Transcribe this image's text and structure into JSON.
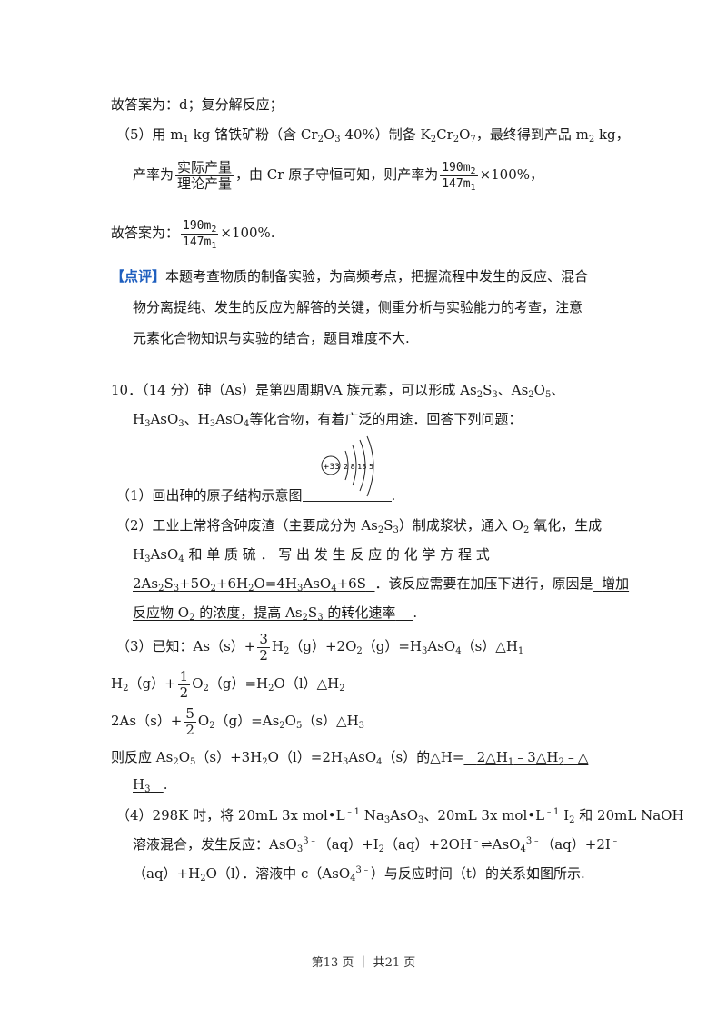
{
  "l1": "故答案为：d；复分解反应；",
  "p5": {
    "a": "（5）用 m",
    "a_sub": "1",
    "b": " kg 铬铁矿粉（含 Cr",
    "b_sub1": "2",
    "b_mid": "O",
    "b_sub2": "3",
    "b_tail": " 40%）制备 K",
    "k_sub": "2",
    "c": "Cr",
    "c_sub": "2",
    "d": "O",
    "d_sub": "7",
    "e": "，最终得到产品  m",
    "e_sub": "2",
    "f": " kg，"
  },
  "yield": {
    "pre": "产率为",
    "num": "实际产量",
    "den": "理论产量",
    "mid": "，由 Cr 原子守恒可知，则产率为",
    "f_num": "190m",
    "f_num_sub": "2",
    "f_den": "147m",
    "f_den_sub": "1",
    "post": "×100%，"
  },
  "ans5": {
    "pre": "故答案为：",
    "post": "×100%."
  },
  "review": {
    "tag": "【点评】",
    "l1": "本题考查物质的制备实验，为高频考点，把握流程中发生的反应、混合",
    "l2": "物分离提纯、发生的反应为解答的关键，侧重分析与实验能力的考查，注意",
    "l3": "元素化合物知识与实验的结合，题目难度不大."
  },
  "q10": {
    "a": "10．（14 分）砷（As）是第四周期VA 族元素，可以形成 As",
    "s1": "2",
    "s2": "S",
    "s3": "3",
    "b": "、As",
    "s4": "2",
    "s5": "O",
    "s6": "5",
    "c": "、",
    "l2a": "H",
    "l2s1": "3",
    "l2b": "AsO",
    "l2s2": "3",
    "l2c": "、H",
    "l2s3": "3",
    "l2d": "AsO",
    "l2s4": "4",
    "l2e": "等化合物，有着广泛的用途．回答下列问题："
  },
  "atom": {
    "nucleus": "+33",
    "shells": "2 8 18 5"
  },
  "p1": {
    "text": "（1）画出砷的原子结构示意图",
    "end": "."
  },
  "p2": {
    "l1a": "（2）工业上常将含砷废渣（主要成分为 As",
    "l1s1": "2",
    "l1b": "S",
    "l1s2": "3",
    "l1c": "）制成浆状，通入 O",
    "l1s3": "2",
    "l1d": " 氧化，生成",
    "l2a": "H",
    "l2s1": "3",
    "l2b": "AsO",
    "l2s2": "4",
    "l2c": " 和 单 质 硫 ． 写 出 发 生 反 应 的 化 学 方 程 式",
    "eq": [
      "2As",
      "2",
      "S",
      "3",
      "+5O",
      "2",
      "+6H",
      "2",
      "O=4H",
      "3",
      "AsO",
      "4",
      "+6S"
    ],
    "l3b": "．该反应需要在加压下进行，原因是",
    "reason1": "增加",
    "reason2a": "反应物 O",
    "reason2s": "2",
    "reason2b": " 的浓度，提高 As",
    "reason2s2": "2",
    "reason2c": "S",
    "reason2s3": "3",
    "reason2d": " 的转化速率",
    "end": "."
  },
  "p3": {
    "l1a": "（3）已知：As（s）+",
    "f1n": "3",
    "f1d": "2",
    "l1b": "H",
    "l1s": "2",
    "l1c": "（g）+2O",
    "l1s2": "2",
    "l1d": "（g）=H",
    "l1s3": "3",
    "l1e": "AsO",
    "l1s4": "4",
    "l1f": "（s）△H",
    "l1s5": "1",
    "l2a": "H",
    "l2s": "2",
    "l2b": "（g）+",
    "f2n": "1",
    "f2d": "2",
    "l2c": "O",
    "l2s2": "2",
    "l2d": "（g）=H",
    "l2s3": "2",
    "l2e": "O（l）△H",
    "l2s4": "2",
    "l3a": "2As（s）+",
    "f3n": "5",
    "f3d": "2",
    "l3b": "O",
    "l3s": "2",
    "l3c": "（g）=As",
    "l3s2": "2",
    "l3d": "O",
    "l3s3": "5",
    "l3e": "（s）△H",
    "l3s4": "3",
    "l4a": "则反应 As",
    "l4s": "2",
    "l4b": "O",
    "l4s2": "5",
    "l4c": "（s）+3H",
    "l4s3": "2",
    "l4d": "O（l）=2H",
    "l4s4": "3",
    "l4e": "AsO",
    "l4s5": "4",
    "l4f": "（s）的△H=",
    "ans1": "2△H",
    "ans1s": "1",
    "ans2": "﹣3△H",
    "ans2s": "2",
    "ans3": "﹣△",
    "ans4": "H",
    "ans4s": "3",
    "end": "."
  },
  "p4": {
    "l1a": "（4）298K 时，将 20mL 3x mol•L",
    "l1sup": "﹣1",
    "l1b": " Na",
    "l1s": "3",
    "l1c": "AsO",
    "l1s2": "3",
    "l1d": "、20mL 3x mol•L",
    "l1sup2": "﹣1",
    "l1e": " I",
    "l1s3": "2",
    "l1f": " 和 20mL NaOH",
    "l2a": "溶液混合，发生反应：AsO",
    "l2s": "3",
    "l2sup": "3﹣",
    "l2b": "（aq）+I",
    "l2s2": "2",
    "l2c": "（aq）+2OH",
    "l2sup2": "﹣",
    "l2d": "⇌AsO",
    "l2s3": "4",
    "l2sup3": "3﹣",
    "l2e": "（aq）+2I",
    "l2sup4": "﹣",
    "l3a": "（aq）+H",
    "l3s": "2",
    "l3b": "O（l）．溶液中 c（AsO",
    "l3s2": "4",
    "l3sup": "3﹣",
    "l3c": "）与反应时间（t）的关系如图所示."
  },
  "footer": "第13 页 ｜ 共21 页"
}
